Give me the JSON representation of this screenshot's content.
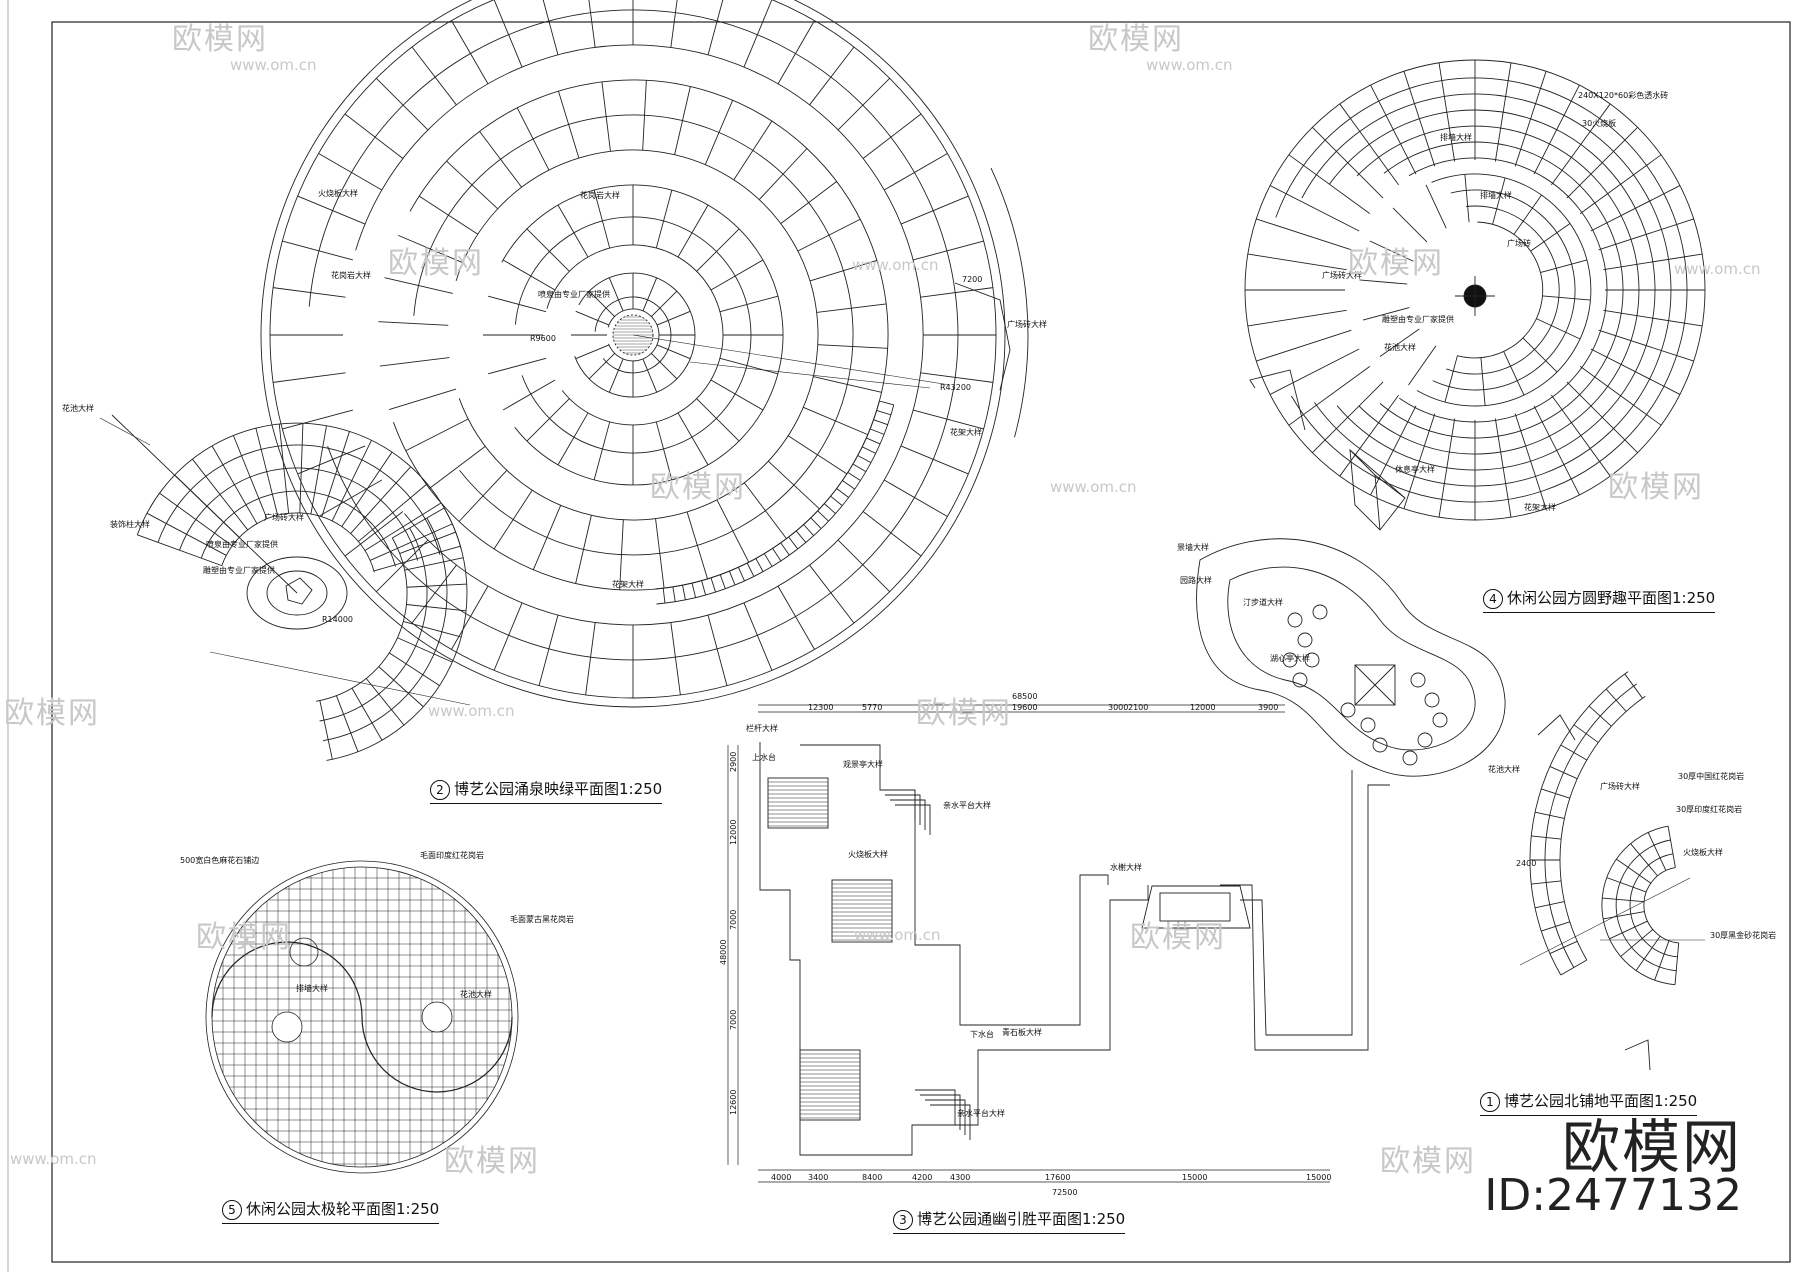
{
  "plans": {
    "plan1": {
      "num": "1",
      "title": "博艺公园北铺地平面图1:250"
    },
    "plan2": {
      "num": "2",
      "title": "博艺公园涌泉映绿平面图1:250"
    },
    "plan3": {
      "num": "3",
      "title": "博艺公园通幽引胜平面图1:250"
    },
    "plan4": {
      "num": "4",
      "title": "休闲公园方圆野趣平面图1:250"
    },
    "plan5": {
      "num": "5",
      "title": "休闲公园太极轮平面图1:250"
    }
  },
  "labels2": {
    "a": "火烧板大样",
    "b": "花岗岩大样",
    "c": "花岗岩大样",
    "d": "喷泉由专业厂家提供",
    "e": "广场砖大样",
    "f": "花架大样",
    "g": "广场砖大样",
    "h": "装饰柱大样",
    "i": "喷泉由专业厂家提供",
    "j": "雕塑由专业厂家提供",
    "k": "花架大样",
    "l": "花池大样"
  },
  "dims2": {
    "r1": "R9600",
    "r2": "R14000",
    "r3": "R43200",
    "d1": "7200"
  },
  "labels4": {
    "a": "240X120*60彩色透水砖",
    "b": "30火烧板",
    "c": "排墙大样",
    "d": "排墙大样",
    "e": "广场砖",
    "f": "广场砖大样",
    "g": "雕塑由专业厂家提供",
    "h": "花池大样",
    "i": "休息亭大样",
    "j": "花架大样"
  },
  "labels3": {
    "a": "栏杆大样",
    "b": "观景亭大样",
    "c": "亲水平台大样",
    "d": "火烧板大样",
    "e": "水榭大样",
    "f": "青石板大样",
    "g": "亲水平台大样",
    "h": "景墙大样",
    "i": "园路大样",
    "j": "汀步道大样",
    "k": "湖心亭大样",
    "l": "花池大样",
    "m": "上水台",
    "n": "下水台"
  },
  "dims3": {
    "top": [
      "12300",
      "5770",
      "19600",
      "3000",
      "2100",
      "12000",
      "3900"
    ],
    "total_top": "68500",
    "bottom": [
      "4000",
      "3400",
      "8400",
      "4200",
      "4300",
      "17600",
      "15000",
      "15000"
    ],
    "total_bottom": "72500",
    "left": [
      "2900",
      "12000",
      "7000",
      "7000",
      "12600"
    ],
    "left_total": "48000"
  },
  "labels1": {
    "a": "广场砖大样",
    "b": "30厚中国红花岗岩",
    "c": "30厚印度红花岗岩",
    "d": "火烧板大样",
    "e": "30厚黑金砂花岗岩",
    "f": "2400"
  },
  "labels5": {
    "a": "500宽白色麻花石铺边",
    "b": "毛面印度红花岗岩",
    "c": "毛面蒙古黑花岗岩",
    "d": "排墙大样",
    "e": "花池大样"
  },
  "watermark": {
    "brand": "欧模网",
    "id": "ID:2477132",
    "url": "www.om.cn",
    "url_short": "om.cn"
  }
}
